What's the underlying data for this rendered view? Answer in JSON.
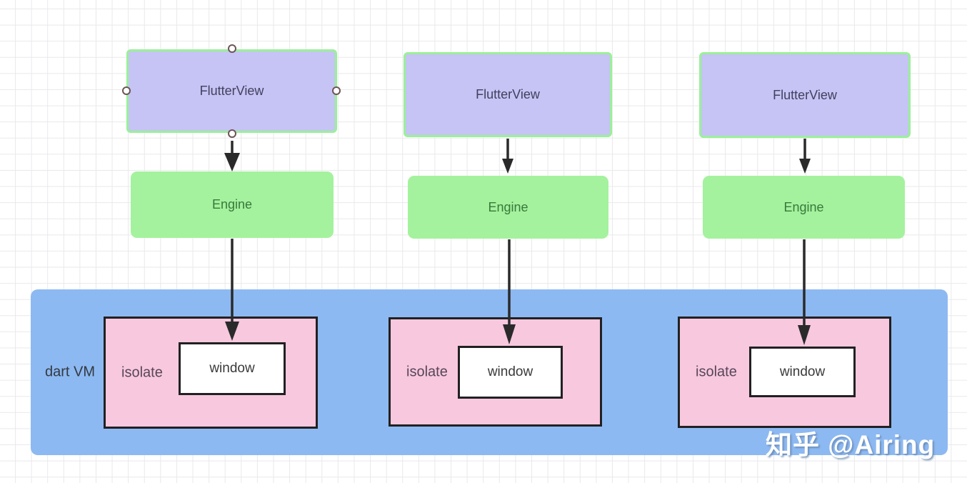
{
  "diagram": {
    "type": "architecture-diagram",
    "columns": [
      {
        "flutterview_label": "FlutterView",
        "engine_label": "Engine",
        "isolate_label": "isolate",
        "window_label": "window"
      },
      {
        "flutterview_label": "FlutterView",
        "engine_label": "Engine",
        "isolate_label": "isolate",
        "window_label": "window"
      },
      {
        "flutterview_label": "FlutterView",
        "engine_label": "Engine",
        "isolate_label": "isolate",
        "window_label": "window"
      }
    ],
    "container": {
      "label": "dart VM"
    },
    "edges": [
      {
        "column": 1,
        "from": "FlutterView",
        "to": "Engine"
      },
      {
        "column": 1,
        "from": "Engine",
        "to": "window"
      },
      {
        "column": 2,
        "from": "FlutterView",
        "to": "Engine"
      },
      {
        "column": 2,
        "from": "Engine",
        "to": "window"
      },
      {
        "column": 3,
        "from": "FlutterView",
        "to": "Engine"
      },
      {
        "column": 3,
        "from": "Engine",
        "to": "window"
      }
    ],
    "selection": {
      "selected_node": "flutterview-node-1",
      "handles": [
        "top",
        "left",
        "right",
        "bottom"
      ]
    },
    "colors": {
      "flutterview_fill": "#c6c3f5",
      "flutterview_border": "#9af098",
      "flutterview_text": "#41415c",
      "engine_fill": "#a4f29d",
      "engine_text": "#38793c",
      "dartvm_fill": "#8db9f2",
      "dartvm_text": "#33393f",
      "isolate_fill": "#f8c8df",
      "isolate_text": "#574757",
      "box_border": "#212121",
      "arrow": "#2a2a2a",
      "handle_ring": "#6d5555",
      "grid_line": "#e9e9ec"
    }
  },
  "watermark": {
    "text": "知乎 @Airing"
  }
}
